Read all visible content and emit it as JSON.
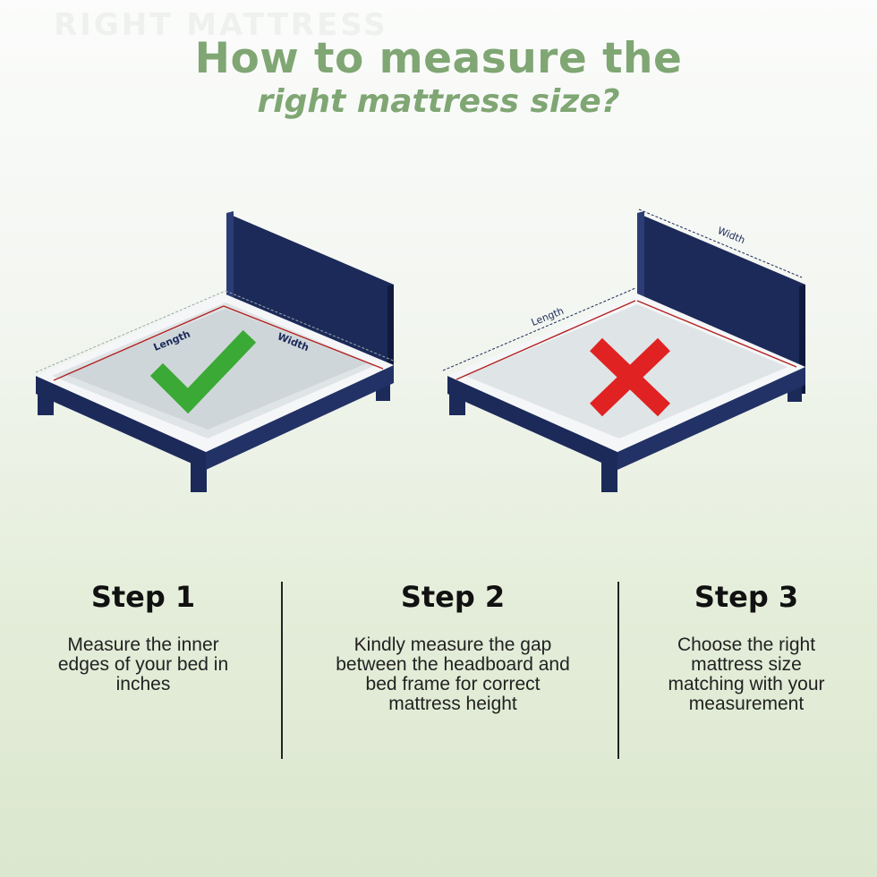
{
  "header": {
    "watermark": "RIGHT MATTRESS",
    "title_line1": "How to measure the",
    "title_line2": "right mattress size?"
  },
  "illustrations": {
    "correct": {
      "length_label": "Length",
      "width_label": "Width",
      "mark": "check-icon",
      "mark_color": "#3aa935"
    },
    "incorrect": {
      "length_label": "Length",
      "width_label": "Width",
      "mark": "cross-icon",
      "mark_color": "#e02222"
    },
    "frame_color": "#1c2a5a",
    "measure_color": "#b22222"
  },
  "steps": [
    {
      "title": "Step 1",
      "description": "Measure the inner\nedges of your bed in\ninches"
    },
    {
      "title": "Step 2",
      "description": "Kindly measure the gap\nbetween the headboard and\nbed frame for correct\nmattress height"
    },
    {
      "title": "Step 3",
      "description": "Choose the right\nmattress size\nmatching  with your\nmeasurement"
    }
  ]
}
